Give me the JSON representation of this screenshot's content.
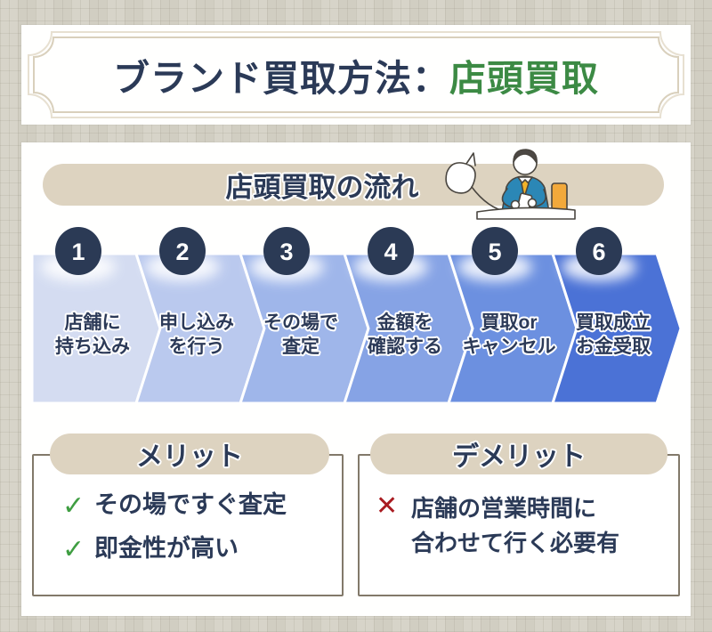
{
  "title": {
    "prefix": "ブランド買取方法：",
    "highlight": "店頭買取"
  },
  "flow": {
    "heading": "店頭買取の流れ",
    "illustration": "man-in-blue-suit-appraising-item-at-desk",
    "steps": [
      {
        "number": "1",
        "line1": "店舗に",
        "line2": "持ち込み",
        "color": "#d4dcf1"
      },
      {
        "number": "2",
        "line1": "申し込み",
        "line2": "を行う",
        "color": "#bac9ee"
      },
      {
        "number": "3",
        "line1": "その場で",
        "line2": "査定",
        "color": "#9fb6ea"
      },
      {
        "number": "4",
        "line1": "金額を",
        "line2": "確認する",
        "color": "#86a3e5"
      },
      {
        "number": "5",
        "line1": "買取or",
        "line2": "キャンセル",
        "color": "#6c90e0"
      },
      {
        "number": "6",
        "line1": "買取成立",
        "line2": "お金受取",
        "color": "#4b72d6"
      }
    ]
  },
  "merit": {
    "heading": "メリット",
    "icon_glyph": "✓",
    "items": [
      "その場ですぐ査定",
      "即金性が高い"
    ]
  },
  "demerit": {
    "heading": "デメリット",
    "icon_glyph": "✕",
    "items": [
      {
        "line1": "店舗の営業時間に",
        "line2": "合わせて行く必要有"
      }
    ]
  },
  "palette": {
    "navy": "#2b3a57",
    "title_green": "#3c8a44",
    "pill_beige": "#ddd3c0",
    "card_border": "#82796a",
    "check_green": "#3f9e42",
    "cross_red": "#a91b21",
    "badge_navy": "#2b3a55",
    "background_beige": "#d5d2c6"
  }
}
